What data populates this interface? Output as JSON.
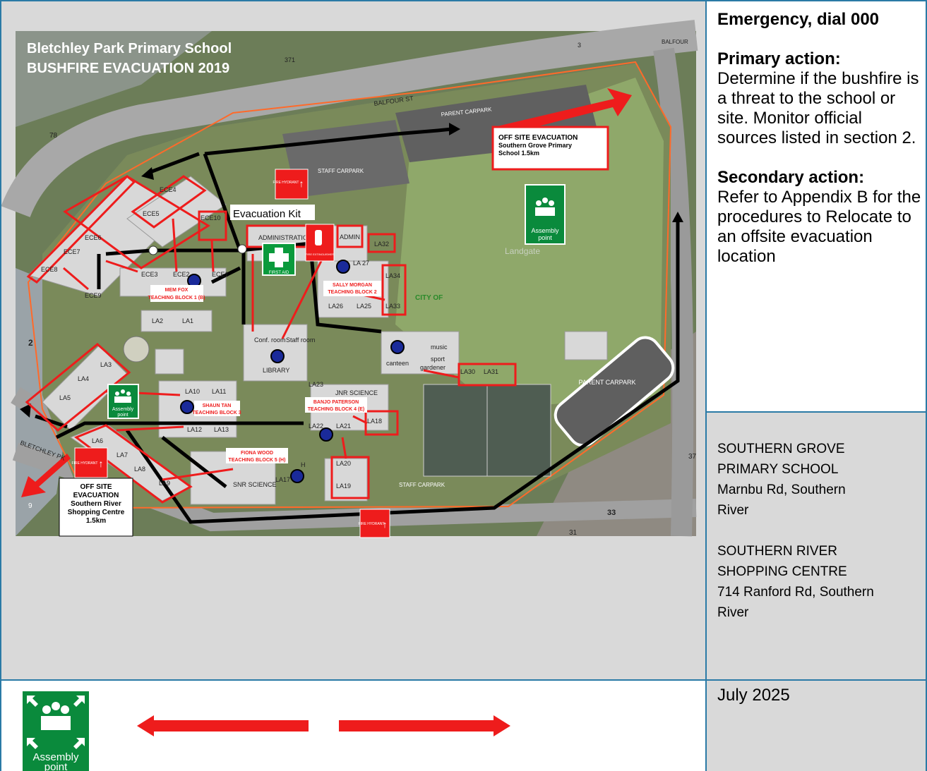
{
  "map": {
    "title_line1": "Bletchley Park Primary School",
    "title_line2": "BUSHFIRE EVACUATION 2019",
    "evacuation_kit": "Evacuation Kit",
    "first_aid": "FIRST AID",
    "fire_hydrant": "FIRE HYDRANT",
    "fire_extinguisher": "FIRE EXTINGUISHER",
    "assembly_point_line1": "Assembly",
    "assembly_point_line2": "point",
    "street_balfour": "BALFOUR ST",
    "street_balfour_short": "BALFOUR",
    "street_bletchley": "BLETCHLEY PK",
    "parent_carpark": "PARENT CARPARK",
    "staff_carpark_top": "STAFF CARPARK",
    "staff_carpark": "STAFF CARPARK",
    "watermark": "Landgate",
    "city_of": "CITY OF",
    "offsite_north": {
      "line1": "OFF SITE EVACUATION",
      "line2": "Southern Grove Primary",
      "line3": "School 1.5km"
    },
    "offsite_south": {
      "line1": "OFF SITE",
      "line2": "EVACUATION",
      "line3": "Southern River",
      "line4": "Shopping Centre",
      "line5": "1.5km"
    },
    "lot_numbers": {
      "n371": "371",
      "n78": "78",
      "n2": "2",
      "n9": "9",
      "n3": "3",
      "n33": "33",
      "n31": "31",
      "n37": "37"
    },
    "rooms": {
      "ec4": "ECE4",
      "ec5": "ECE5",
      "ec6": "ECE6",
      "ec7": "ECE7",
      "ec8": "ECE8",
      "ec9": "ECE9",
      "ec10": "ECE10",
      "ec3": "ECE3",
      "ec2": "ECE2",
      "ec1": "ECE1",
      "admin_block": "ADMINISTRATION",
      "admin": "ADMIN",
      "la32": "LA32",
      "la27": "LA 27",
      "la34": "LA34",
      "la33": "LA33",
      "la26": "LA26",
      "la25": "LA25",
      "la2": "LA2",
      "la1": "LA1",
      "la3": "LA3",
      "la4": "LA4",
      "la5": "LA5",
      "la6": "LA6",
      "la7": "LA7",
      "la8": "LA8",
      "la9": "LA9",
      "la10": "LA10",
      "la11": "LA11",
      "la12": "LA12",
      "la13": "LA13",
      "la17": "LA17",
      "la18": "LA18",
      "la19": "LA19",
      "la20": "LA20",
      "la21": "LA21",
      "la22": "LA22",
      "la23": "LA23",
      "la30": "LA30",
      "la31": "LA31",
      "conf_room": "Conf. room",
      "staff_room": "Staff room",
      "library": "LIBRARY",
      "music": "music",
      "canteen": "canteen",
      "sport": "sport",
      "gardener": "gardener",
      "jnr_science": "JNR SCIENCE",
      "snr_science": "SNR SCIENCE",
      "h": "H"
    },
    "blocks": {
      "mem_fox_1": "MEM FOX",
      "mem_fox_2": "TEACHING BLOCK 1 (B)",
      "sally_1": "SALLY MORGAN",
      "sally_2": "TEACHING BLOCK 2",
      "shaun_1": "SHAUN TAN",
      "shaun_2": "TEACHING BLOCK 3",
      "banjo_1": "BANJO PATERSON",
      "banjo_2": "TEACHING BLOCK 4 (E)",
      "fiona_1": "FIONA WOOD",
      "fiona_2": "TEACHING BLOCK 5 (H)"
    }
  },
  "sidebar": {
    "emergency": "Emergency, dial 000",
    "primary_heading": "Primary action:",
    "primary_text": "Determine if the bushfire is a threat to the school or site. Monitor official sources listed in section 2.",
    "secondary_heading": "Secondary action:",
    "secondary_text": "Refer to Appendix B for the procedures to Relocate to an offsite evacuation location"
  },
  "locations": {
    "loc1_name1": "SOUTHERN GROVE",
    "loc1_name2": "PRIMARY SCHOOL",
    "loc1_addr1": "Marnbu Rd, Southern",
    "loc1_addr2": "River",
    "loc2_name1": "SOUTHERN RIVER",
    "loc2_name2": "SHOPPING CENTRE",
    "loc2_addr1": "714 Ranford Rd, Southern",
    "loc2_addr2": "River"
  },
  "footer": {
    "date": "July 2025",
    "assembly_line1": "Assembly",
    "assembly_line2": "point"
  },
  "colors": {
    "red": "#ee1c1c",
    "green": "#0a8a3c",
    "grid": "#2a7aa6"
  }
}
